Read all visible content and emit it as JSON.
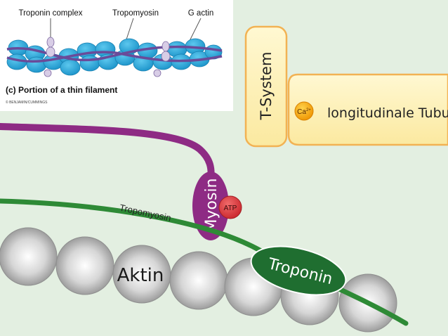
{
  "inset": {
    "labels": {
      "troponin_complex": "Troponin complex",
      "tropomyosin": "Tropomyosin",
      "g_actin": "G actin"
    },
    "caption": "(c) Portion of a thin filament",
    "credit": "© BENJAMIN/CUMMINGS"
  },
  "main": {
    "t_system": "T-System",
    "calcium": "Ca",
    "calcium_charge": "2+",
    "longitudinal_tubuli": "longitudinale Tubuli",
    "myosin": "Myosin",
    "atp": "ATP",
    "tropomyosin": "Tropomyosin",
    "aktin": "Aktin",
    "troponin": "Troponin"
  },
  "colors": {
    "background": "#e3efe1",
    "tubule_fill": "#fdf1b5",
    "tubule_stroke": "#f2b253",
    "calcium": "#f3a00c",
    "myosin": "#8e2b84",
    "atp": "#d9363c",
    "tropomyosin": "#2e8a36",
    "troponin": "#1f6e30",
    "actin_sphere": "#9a9a9a",
    "inset_actin": "#29a6d8",
    "inset_tropomyosin": "#6a4b99"
  }
}
